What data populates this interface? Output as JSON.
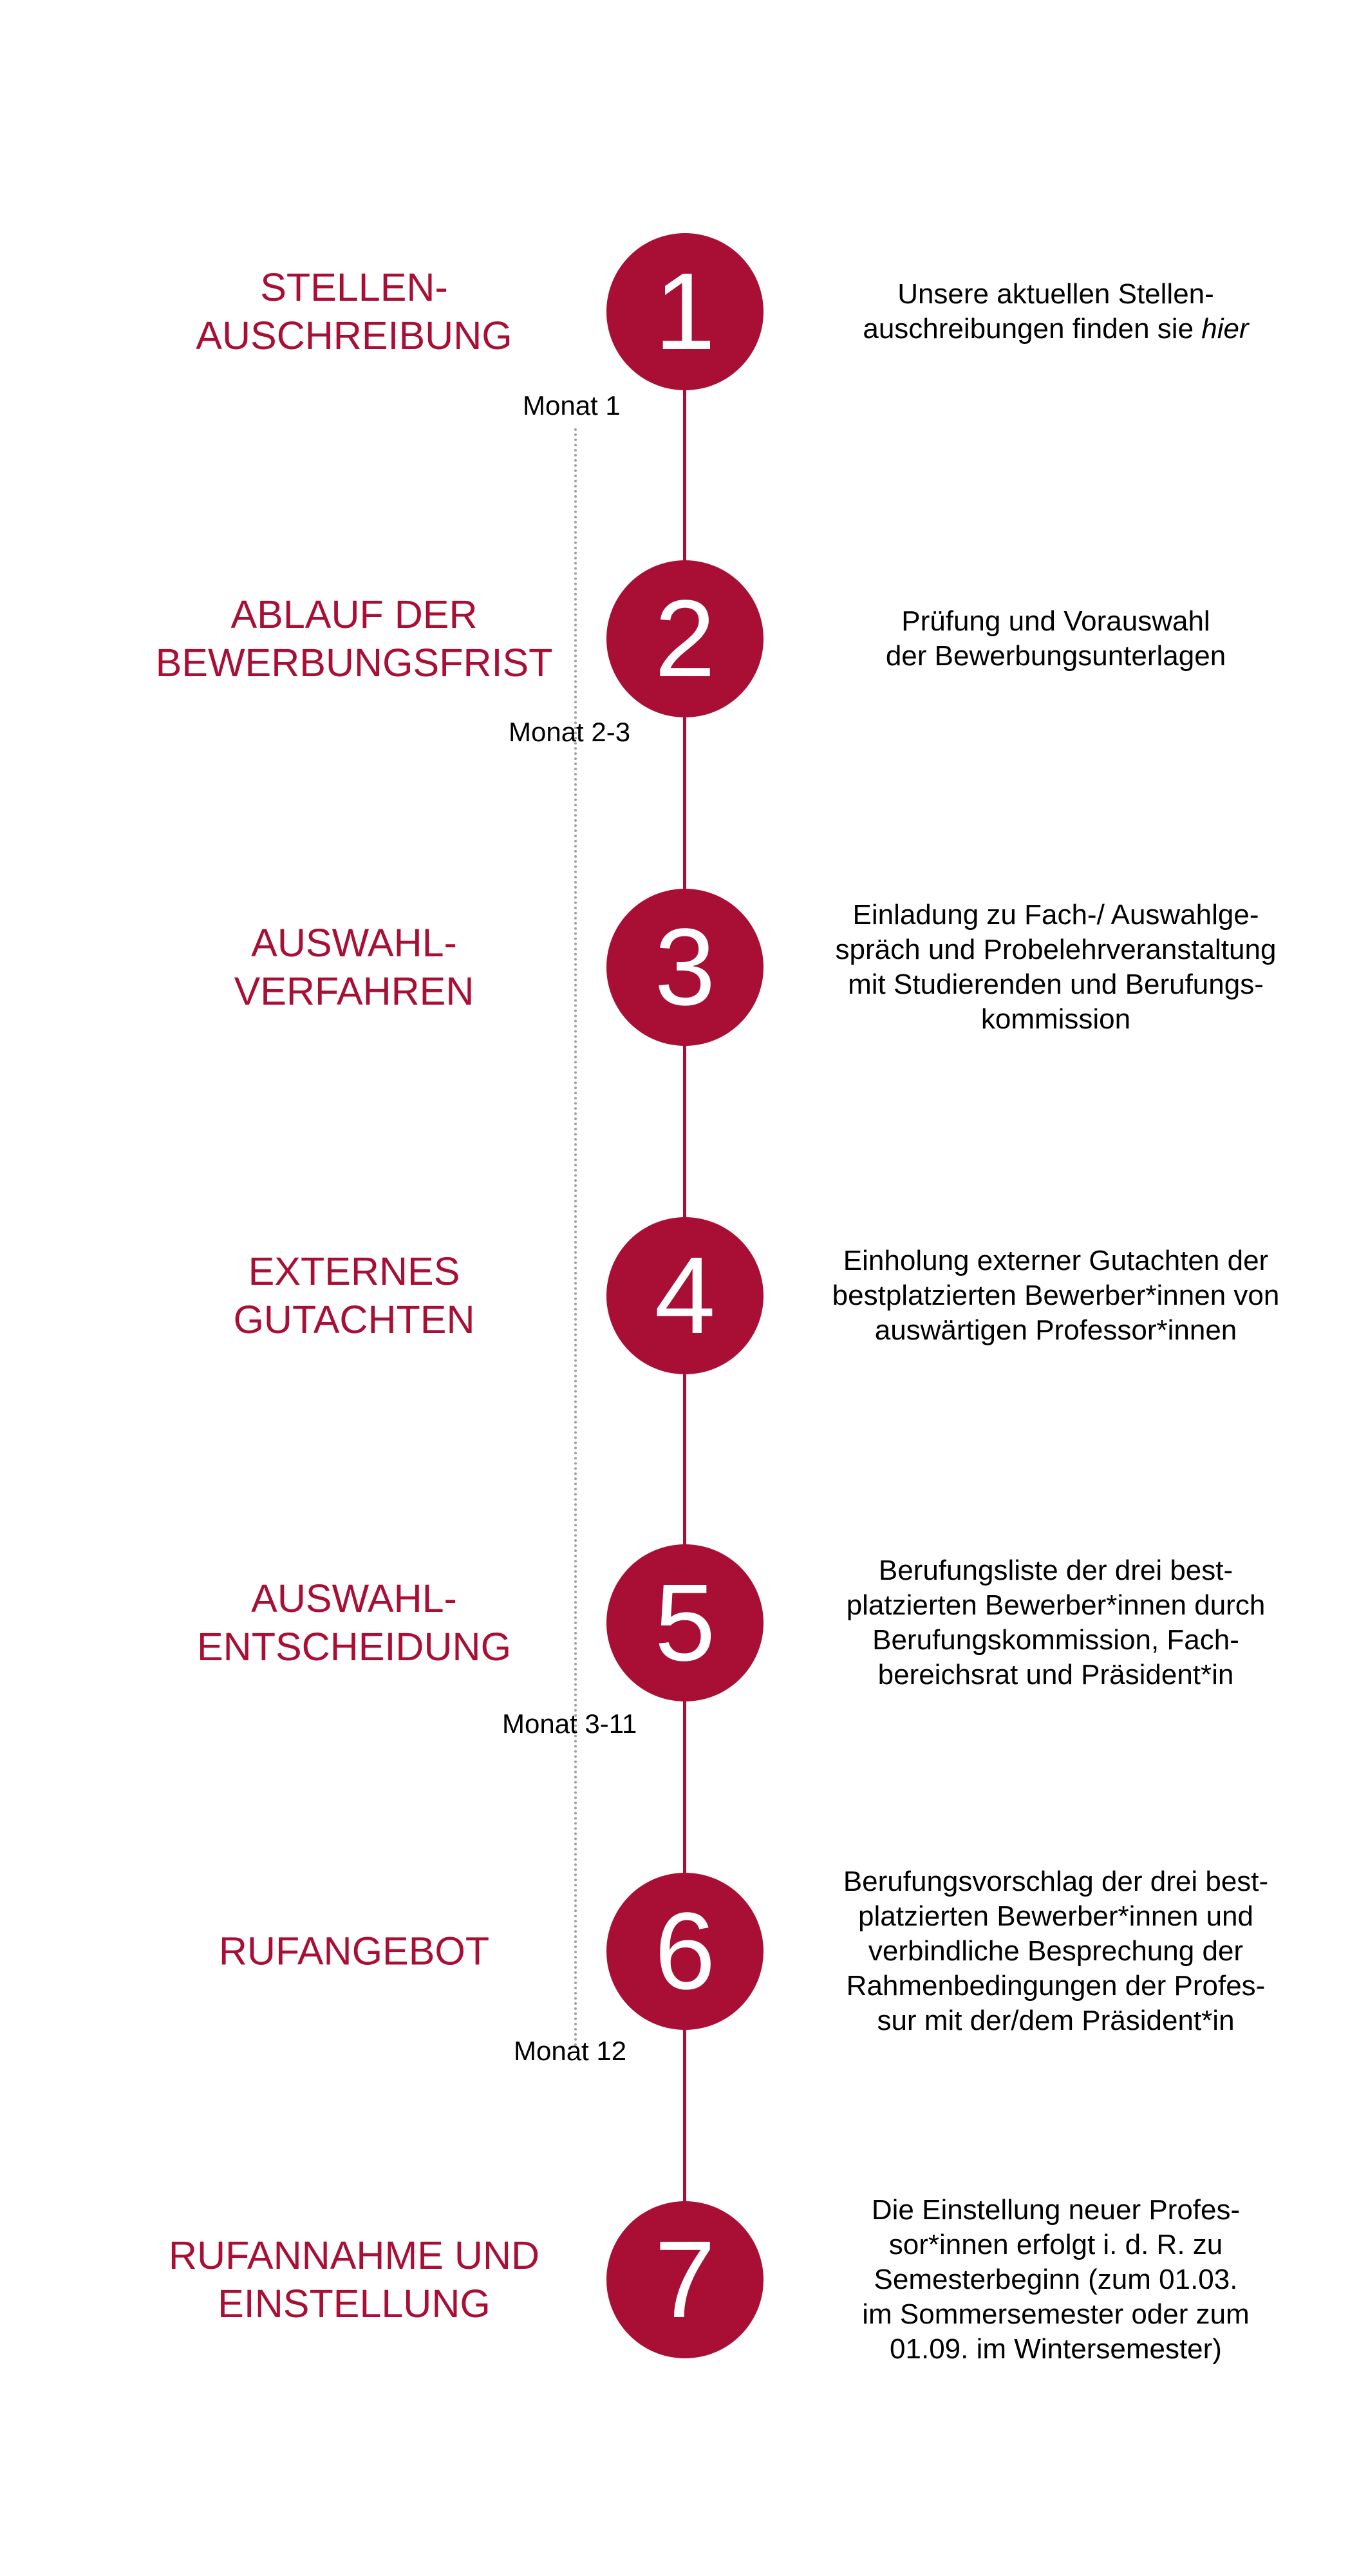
{
  "colors": {
    "accent": "#a90f35",
    "dotted_line": "#a0a0a0"
  },
  "steps": [
    {
      "number": "1",
      "title": "STELLEN-\nAUSCHREIBUNG",
      "description": "Unsere aktuellen Stellen-\nauschreibungen finden sie ",
      "description_link": "hier"
    },
    {
      "number": "2",
      "title": "ABLAUF DER\nBEWERBUNGSFRIST",
      "description": "Prüfung und Vorauswahl\nder Bewerbungsunterlagen"
    },
    {
      "number": "3",
      "title": "AUSWAHL-\nVERFAHREN",
      "description": "Einladung zu Fach-/ Auswahlge-\nspräch und Probelehrveranstaltung\nmit Studierenden und Berufungs-\nkommission"
    },
    {
      "number": "4",
      "title": "EXTERNES\nGUTACHTEN",
      "description": "Einholung externer Gutachten der\nbestplatzierten Bewerber*innen von\nauswärtigen Professor*innen"
    },
    {
      "number": "5",
      "title": "AUSWAHL-\nENTSCHEIDUNG",
      "description": "Berufungsliste der drei best-\nplatzierten Bewerber*innen durch\nBerufungskommission, Fach-\nbereichsrat und Präsident*in"
    },
    {
      "number": "6",
      "title": "RUFANGEBOT",
      "description": "Berufungsvorschlag der drei best-\nplatzierten Bewerber*innen und\nverbindliche Besprechung der\nRahmenbedingungen der Profes-\nsur mit der/dem Präsident*in"
    },
    {
      "number": "7",
      "title": "RUFANNAHME UND\nEINSTELLUNG",
      "description": "Die Einstellung neuer Profes-\nsor*innen erfolgt i. d. R. zu\nSemesterbeginn (zum 01.03.\nim Sommersemester oder zum\n01.09. im Wintersemester)"
    }
  ],
  "months": [
    "Monat 1",
    "Monat 2-3",
    "Monat 3-11",
    "Monat 12"
  ]
}
